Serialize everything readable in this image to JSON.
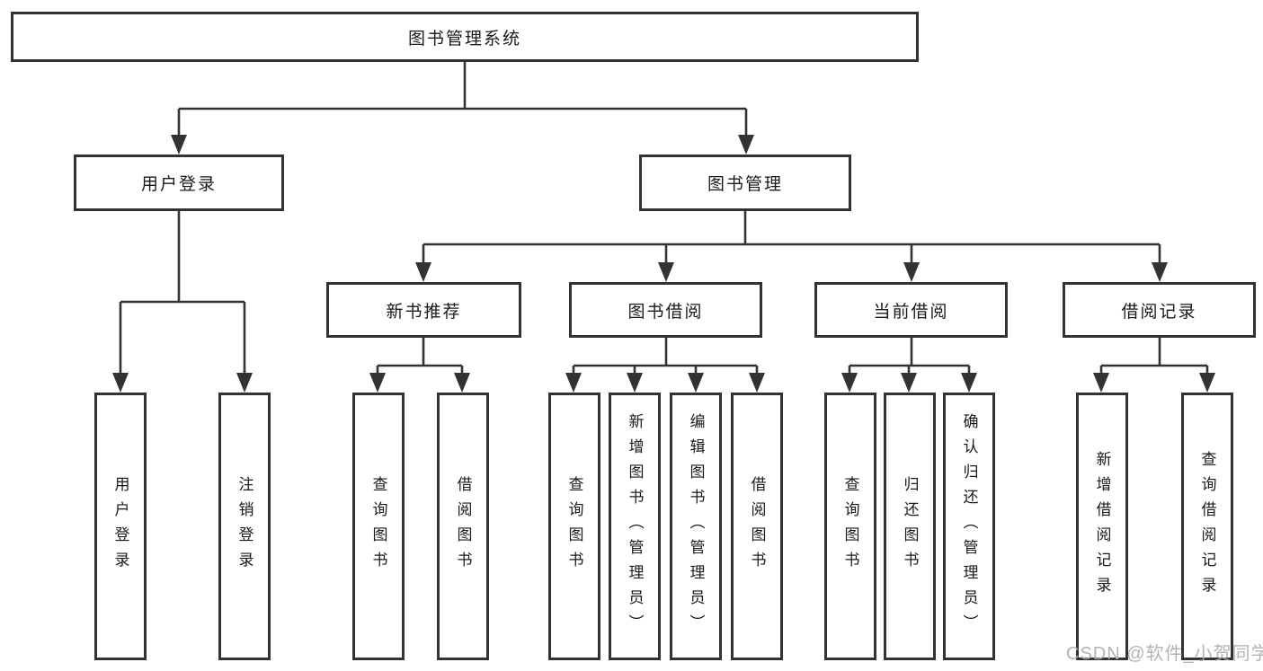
{
  "diagram": {
    "type": "tree",
    "title": "图书管理系统",
    "branches": [
      {
        "label": "用户登录",
        "children": [
          {
            "label": "用户登录"
          },
          {
            "label": "注销登录"
          }
        ]
      },
      {
        "label": "图书管理",
        "children": [
          {
            "label": "新书推荐",
            "children": [
              {
                "label": "查询图书"
              },
              {
                "label": "借阅图书"
              }
            ]
          },
          {
            "label": "图书借阅",
            "children": [
              {
                "label": "查询图书"
              },
              {
                "label": "新增图书（管理员）"
              },
              {
                "label": "编辑图书（管理员）"
              },
              {
                "label": "借阅图书"
              }
            ]
          },
          {
            "label": "当前借阅",
            "children": [
              {
                "label": "查询图书"
              },
              {
                "label": "归还图书"
              },
              {
                "label": "确认归还（管理员）"
              }
            ]
          },
          {
            "label": "借阅记录",
            "children": [
              {
                "label": "新增借阅记录"
              },
              {
                "label": "查询借阅记录"
              }
            ]
          }
        ]
      }
    ]
  },
  "watermark": {
    "text": "CSDN @软件_小贺同学"
  },
  "colors": {
    "background": "#ffffff",
    "line": "#333333",
    "box_border": "#333333",
    "text": "#1a1a1a",
    "watermark": "#acacac"
  }
}
